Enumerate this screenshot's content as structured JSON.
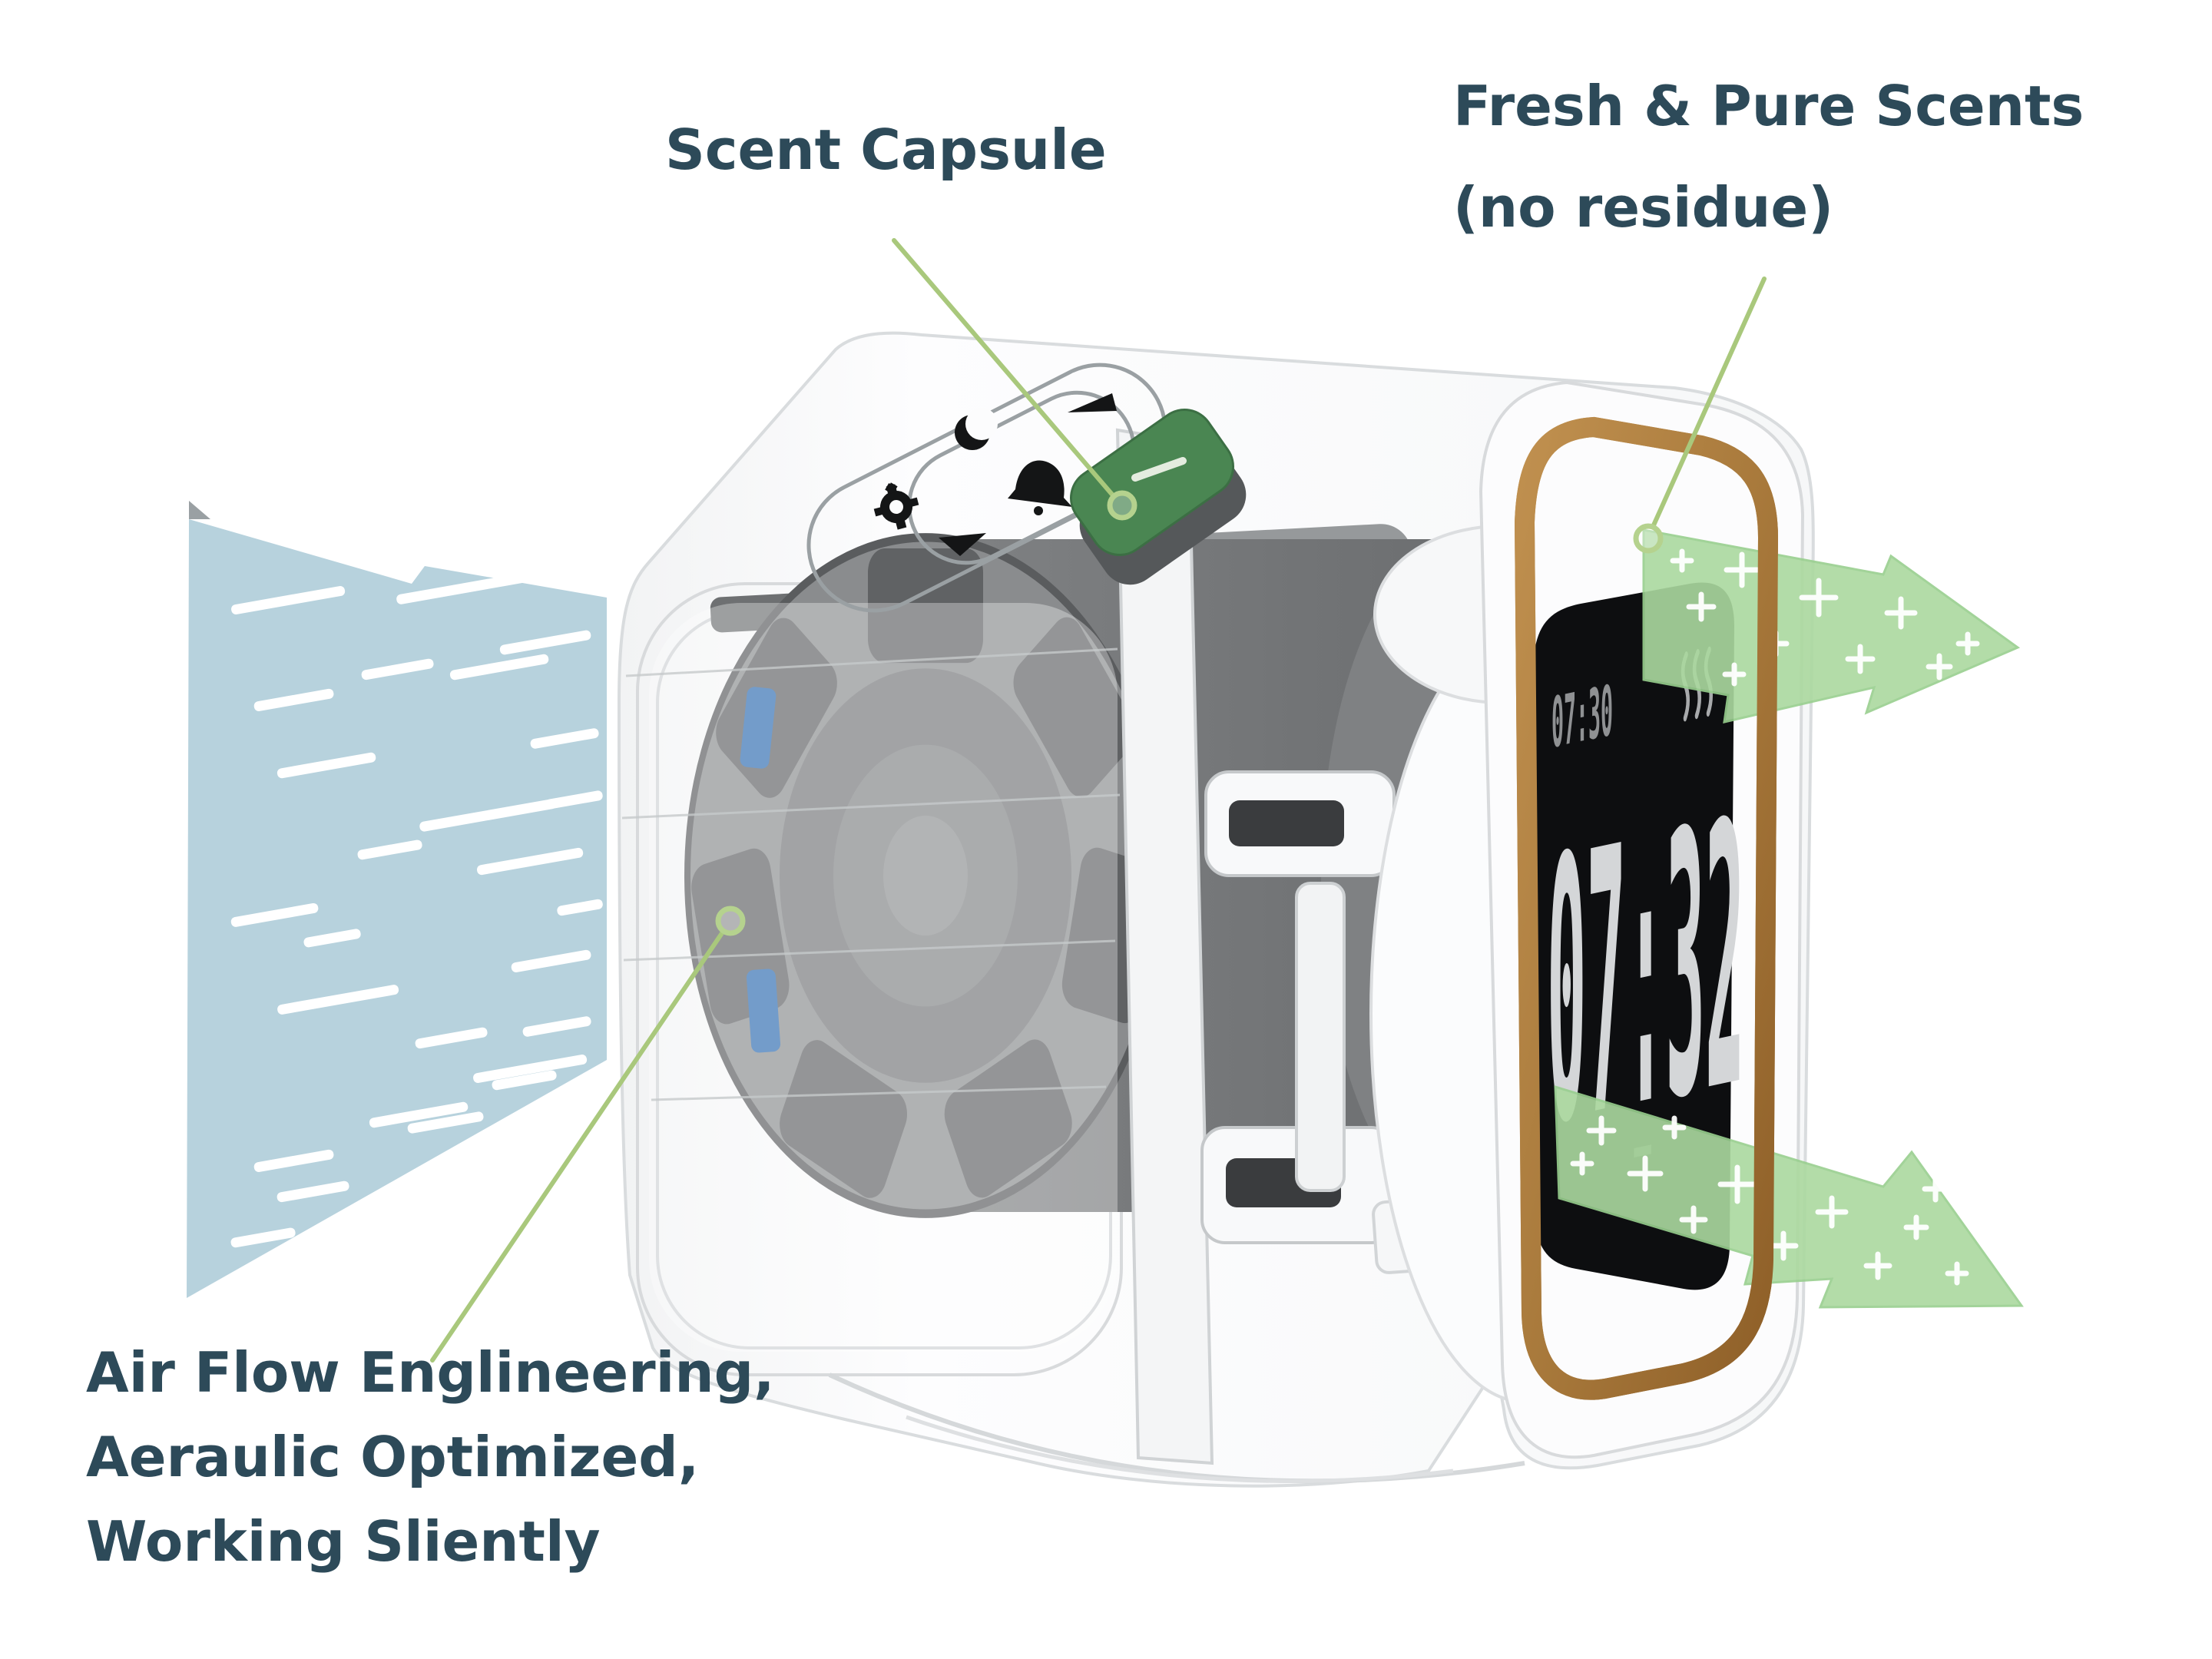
{
  "annotations": {
    "scent_capsule": {
      "label": "Scent Capsule"
    },
    "fresh_pure": {
      "line1": "Fresh & Pure Scents",
      "line2": "(no residue)"
    },
    "air_flow": {
      "line1": "Air Flow Englineering,",
      "line2": "Aeraulic Optimized,",
      "line3": "Working Sliently"
    }
  },
  "device": {
    "display": {
      "time": "07:32",
      "alarm_time": "07:30"
    },
    "top_panel_icons": [
      "up-arrow",
      "moon",
      "bell",
      "gear",
      "down-arrow"
    ]
  },
  "icons": {
    "up-arrow": "filled triangle pointing up",
    "moon": "crescent moon",
    "bell": "alarm bell",
    "gear": "settings gear",
    "down-arrow": "filled triangle pointing down",
    "steam": "three rising scent waves"
  },
  "colors": {
    "label_text": "#2d4a59",
    "airflow_blue": "#b7d2dd",
    "arrow_green": "#abd99f",
    "capsule_green": "#4a8652",
    "leader_line": "#a9c87c",
    "wood_bezel": "#a97a3c",
    "display_background": "#0d0e10",
    "display_digits": "#d4d6d8"
  }
}
